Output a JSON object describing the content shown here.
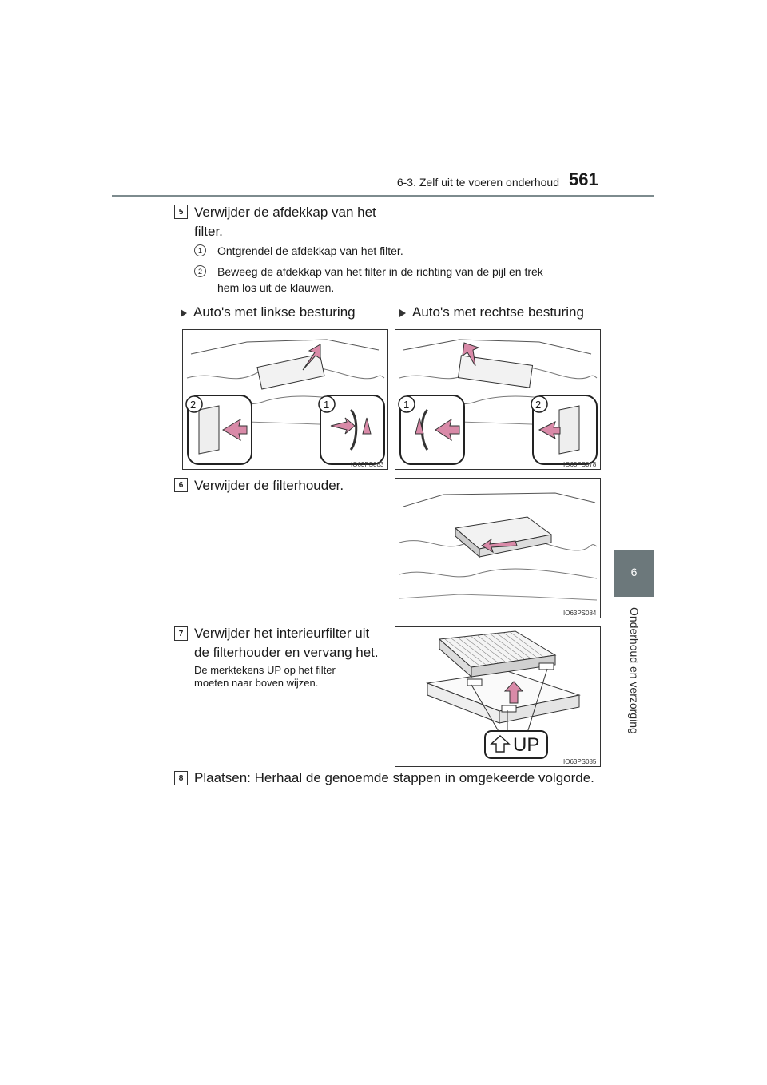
{
  "header": {
    "section": "6-3. Zelf uit te voeren onderhoud",
    "page_number": "561"
  },
  "side_tab": {
    "chapter_number": "6",
    "chapter_title": "Onderhoud en verzorging"
  },
  "steps": [
    {
      "number": "5",
      "text_line1": "Verwijder  de  afdekkap  van  het",
      "text_line2": "filter.",
      "substeps": [
        {
          "number": "1",
          "text": "Ontgrendel de afdekkap van het filter."
        },
        {
          "number": "2",
          "text_line1": "Beweeg  de  afdekkap  van  het  filter  in  de  richting  van  de  pijl  en  trek",
          "text_line2": "hem los uit de klauwen."
        }
      ],
      "figure_left_label": "Auto's met linkse besturing",
      "figure_right_label": "Auto's met rechtse besturing",
      "figure_left_code": "IO63PS083",
      "figure_right_code": "IO63PS078",
      "callouts": [
        "1",
        "2"
      ]
    },
    {
      "number": "6",
      "text": "Verwijder de filterhouder.",
      "figure_code": "IO63PS084"
    },
    {
      "number": "7",
      "text_line1": "Verwijder  het  interieurfilter  uit",
      "text_line2": "de filterhouder en vervang het.",
      "note_line1": "De  merktekens  UP  op  het  filter",
      "note_line2": "moeten naar boven wijzen.",
      "figure_code": "IO63PS085",
      "up_label": "UP"
    },
    {
      "number": "8",
      "text": "Plaatsen: Herhaal de genoemde stappen in omgekeerde volgorde."
    }
  ]
}
